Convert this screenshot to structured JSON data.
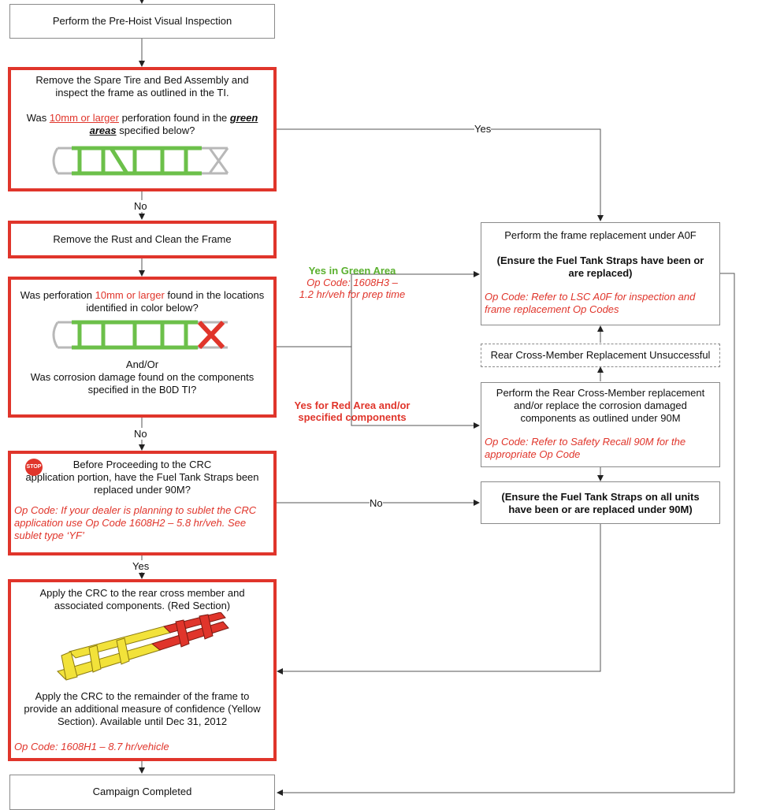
{
  "boxes": {
    "pre_hoist": "Perform the Pre-Hoist Visual Inspection",
    "spare_tire": {
      "line1": "Remove the Spare Tire and Bed Assembly and",
      "line2": "inspect the frame as outlined in the TI.",
      "q_pre": "Was ",
      "q_size": "10mm or larger",
      "q_mid": " perforation found in the ",
      "q_green": "green",
      "q_areas": "areas",
      "q_post": " specified below?"
    },
    "remove_rust": "Remove the Rust and Clean the Frame",
    "perforation": {
      "q_pre": "Was perforation ",
      "q_size": "10mm or larger",
      "q_post": " found in the locations",
      "line2": "identified in color below?",
      "andor": "And/Or",
      "line3": "Was corrosion damage found on the components",
      "line4": "specified in the B0D TI?"
    },
    "before_crc": {
      "stop": "STOP",
      "line1": "Before Proceeding to the CRC",
      "line2": "application portion, have the Fuel Tank Straps been",
      "line3": "replaced under 90M?",
      "op": "Op Code:    If your dealer is planning to sublet the CRC application use Op Code 1608H2 – 5.8 hr/veh. See sublet type ‘YF’"
    },
    "apply_crc": {
      "line1": "Apply the CRC to the rear cross member and",
      "line2": "associated components. (Red Section)",
      "line3": "Apply the CRC to the remainder of the frame to",
      "line4": "provide an additional measure of confidence (Yellow",
      "line5": "Section).  Available until Dec 31, 2012",
      "op": "Op Code:    1608H1 – 8.7 hr/vehicle"
    },
    "campaign": "Campaign Completed",
    "frame_replacement": {
      "line1": "Perform the frame replacement under A0F",
      "line2": "(Ensure the Fuel Tank Straps have been or are replaced)",
      "op": "Op Code:    Refer to LSC A0F for inspection and frame replacement Op Codes"
    },
    "rear_unsuccessful": "Rear Cross-Member Replacement Unsuccessful",
    "rear_replacement": {
      "line1": "Perform the Rear Cross-Member replacement",
      "line2": "and/or replace the corrosion damaged",
      "line3": "components as outlined under 90M",
      "op": "Op Code:    Refer to Safety Recall 90M for the appropriate Op Code"
    },
    "fuel_straps": "(Ensure the Fuel Tank Straps on all units have been or are replaced under 90M)"
  },
  "labels": {
    "yes1": "Yes",
    "no1": "No",
    "no2": "No",
    "no3": "No",
    "yes2": "Yes",
    "yes_green": "Yes in Green Area",
    "yes_green_op1": "Op Code: 1608H3 –",
    "yes_green_op2": "1.2 hr/veh for prep time",
    "yes_red1": "Yes for Red Area and/or",
    "yes_red2": "specified components"
  },
  "colors": {
    "red_border": "#e0352b",
    "green_label": "#5ab02e",
    "frame_green": "#6cc04a",
    "frame_red": "#e0352b",
    "frame_yellow": "#f2e23a"
  },
  "icons": [
    "stop-sign-icon",
    "frame-diagram-green",
    "frame-diagram-red",
    "frame-3d-illustration"
  ]
}
